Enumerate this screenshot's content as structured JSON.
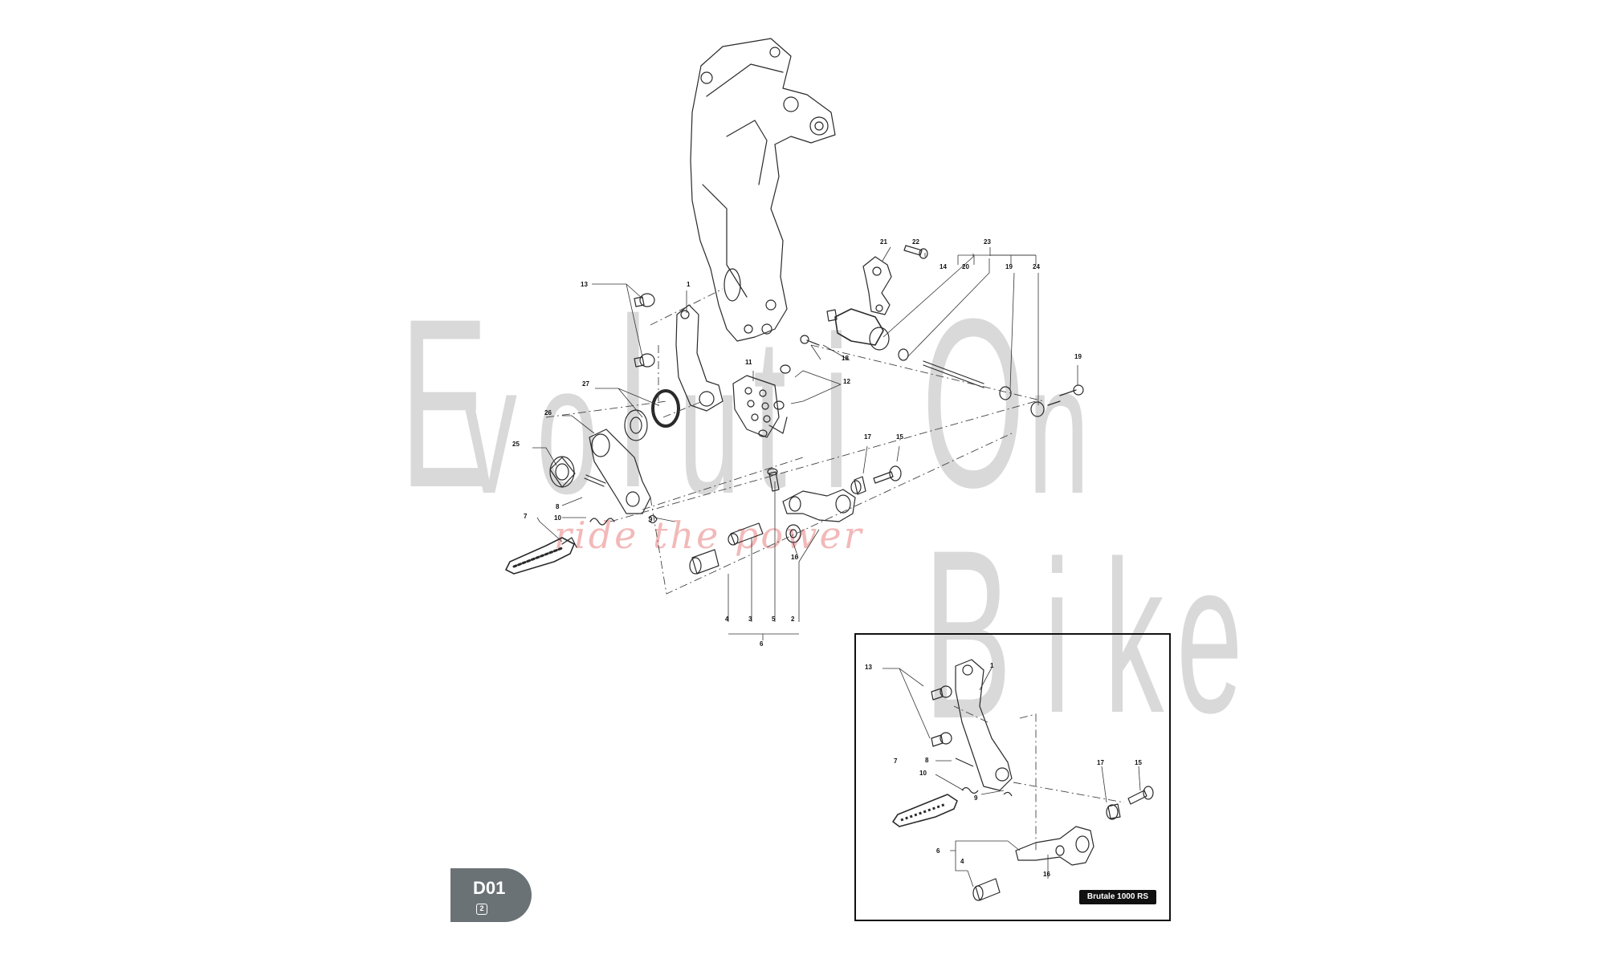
{
  "watermark": {
    "letters": [
      "E",
      "v",
      "o",
      "l",
      "u",
      "t",
      "i",
      "O",
      "n",
      "B",
      "i",
      "k",
      "e"
    ],
    "tagline": "ride the power"
  },
  "badge": {
    "code": "D01",
    "page": "2"
  },
  "inset": {
    "model": "Brutale 1000 RS"
  },
  "main_callouts": [
    "1",
    "2",
    "3",
    "4",
    "5",
    "6",
    "7",
    "8",
    "9",
    "10",
    "11",
    "12",
    "13",
    "14",
    "15",
    "16",
    "17",
    "18",
    "19",
    "20",
    "21",
    "22",
    "23",
    "24",
    "25",
    "26",
    "27"
  ],
  "inset_callouts": [
    "1",
    "4",
    "6",
    "7",
    "8",
    "9",
    "10",
    "13",
    "15",
    "16",
    "17"
  ],
  "colors": {
    "line": "#2a2a2a",
    "watermark": "#d9d9d9",
    "tagline": "#f2b9b9",
    "badge": "#6b7275"
  }
}
